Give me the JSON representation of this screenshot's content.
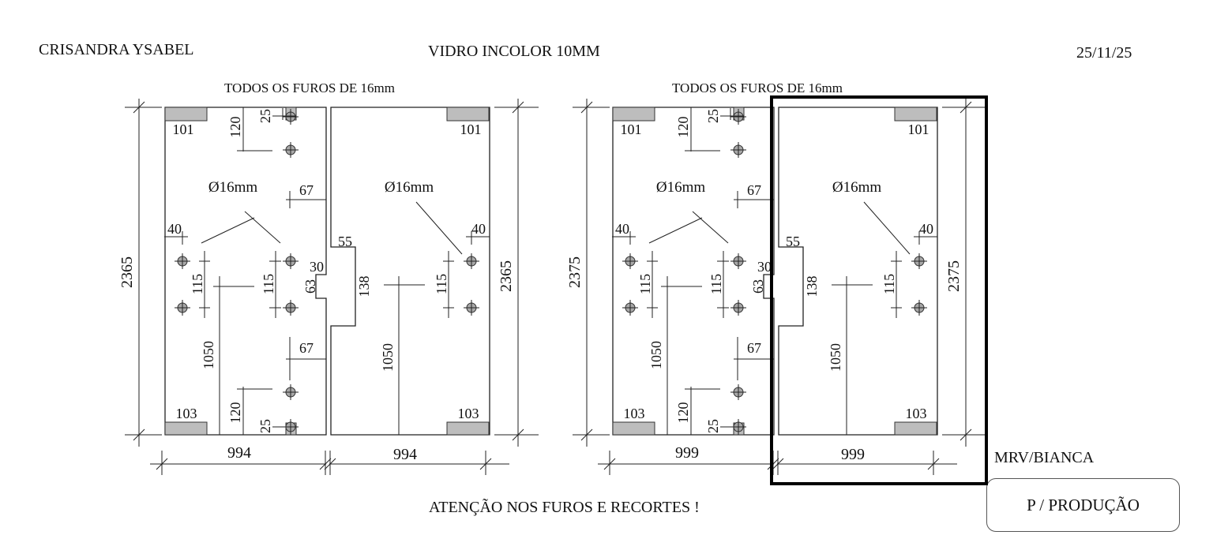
{
  "header": {
    "client": "CRISANDRA YSABEL",
    "material": "VIDRO INCOLOR 10MM",
    "date": "25/11/25"
  },
  "footer": {
    "warning": "ATENÇÃO NOS FUROS E RECORTES !",
    "customer": "MRV/BIANCA",
    "stage": "P / PRODUÇÃO"
  },
  "sets": [
    {
      "note": "TODOS OS FUROS DE 16mm",
      "height": "2365",
      "width_a": "994",
      "width_b": "994",
      "a": {
        "plate_top": "101",
        "plate_bottom": "103",
        "diameter": "Ø16mm",
        "hinge_offset_top": "120",
        "hinge_edge_top": "25",
        "hole_edge_top": "67",
        "edge_left": "40",
        "spacing_left": "115",
        "spacing_right": "115",
        "handle_height": "1050",
        "notch_depth": "30",
        "notch_height": "63",
        "hole_edge_bottom": "67",
        "hinge_offset_bottom": "120",
        "hinge_edge_bottom": "25"
      },
      "b": {
        "plate_top": "101",
        "plate_bottom": "103",
        "diameter": "Ø16mm",
        "notch_depth": "55",
        "notch_height": "138",
        "handle_height": "1050",
        "spacing": "115",
        "edge_right": "40"
      }
    },
    {
      "note": "TODOS OS FUROS DE 16mm",
      "height": "2375",
      "width_a": "999",
      "width_b": "999",
      "a": {
        "plate_top": "101",
        "plate_bottom": "103",
        "diameter": "Ø16mm",
        "hinge_offset_top": "120",
        "hinge_edge_top": "25",
        "hole_edge_top": "67",
        "edge_left": "40",
        "spacing_left": "115",
        "spacing_right": "115",
        "handle_height": "1050",
        "notch_depth": "30",
        "notch_height": "63",
        "hole_edge_bottom": "67",
        "hinge_offset_bottom": "120",
        "hinge_edge_bottom": "25"
      },
      "b": {
        "plate_top": "101",
        "plate_bottom": "103",
        "diameter": "Ø16mm",
        "notch_depth": "55",
        "notch_height": "138",
        "handle_height": "1050",
        "spacing": "115",
        "edge_right": "40"
      }
    }
  ],
  "highlight_color": "#000000",
  "plate_color": "#bdbdbd"
}
